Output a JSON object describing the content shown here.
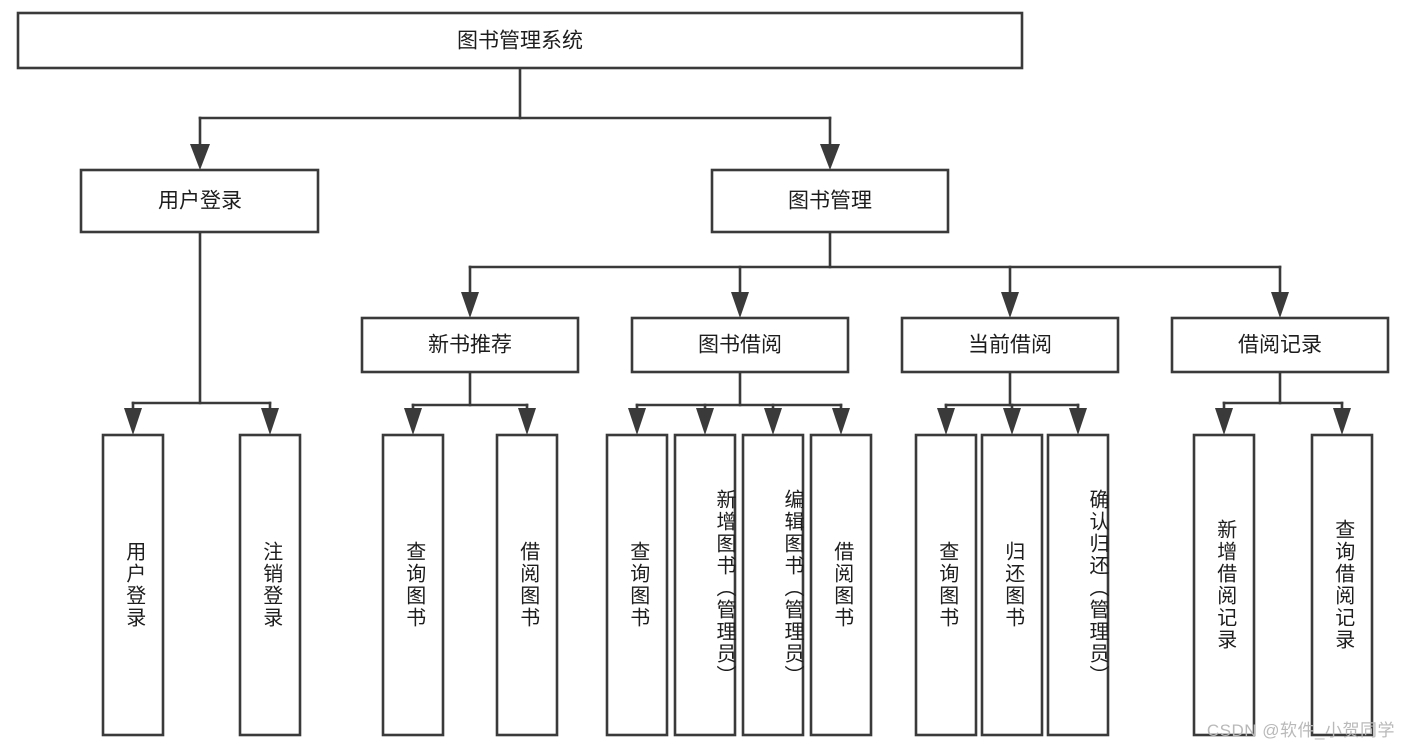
{
  "diagram": {
    "type": "tree-hierarchy",
    "title": "图书管理系统功能结构图",
    "root": {
      "id": "root",
      "label": "图书管理系统",
      "orientation": "horizontal"
    },
    "level2": [
      {
        "id": "user-login",
        "label": "用户登录",
        "orientation": "horizontal"
      },
      {
        "id": "book-manage",
        "label": "图书管理",
        "orientation": "horizontal"
      }
    ],
    "level3": [
      {
        "id": "new-book-recommend",
        "label": "新书推荐",
        "parent": "book-manage",
        "orientation": "horizontal"
      },
      {
        "id": "book-borrow",
        "label": "图书借阅",
        "parent": "book-manage",
        "orientation": "horizontal"
      },
      {
        "id": "current-borrow",
        "label": "当前借阅",
        "parent": "book-manage",
        "orientation": "horizontal"
      },
      {
        "id": "borrow-record",
        "label": "借阅记录",
        "parent": "book-manage",
        "orientation": "horizontal"
      }
    ],
    "leaves": [
      {
        "id": "leaf-user-login",
        "label": "用户登录",
        "parent": "user-login",
        "orientation": "vertical"
      },
      {
        "id": "leaf-logout-login",
        "label": "注销登录",
        "parent": "user-login",
        "orientation": "vertical"
      },
      {
        "id": "leaf-query-book-1",
        "label": "查询图书",
        "parent": "new-book-recommend",
        "orientation": "vertical"
      },
      {
        "id": "leaf-borrow-book-1",
        "label": "借阅图书",
        "parent": "new-book-recommend",
        "orientation": "vertical"
      },
      {
        "id": "leaf-query-book-2",
        "label": "查询图书",
        "parent": "book-borrow",
        "orientation": "vertical"
      },
      {
        "id": "leaf-add-book",
        "label": "新增图书（管理员）",
        "parent": "book-borrow",
        "orientation": "vertical"
      },
      {
        "id": "leaf-edit-book",
        "label": "编辑图书（管理员）",
        "parent": "book-borrow",
        "orientation": "vertical"
      },
      {
        "id": "leaf-borrow-book-2",
        "label": "借阅图书",
        "parent": "book-borrow",
        "orientation": "vertical"
      },
      {
        "id": "leaf-query-book-3",
        "label": "查询图书",
        "parent": "current-borrow",
        "orientation": "vertical"
      },
      {
        "id": "leaf-return-book",
        "label": "归还图书",
        "parent": "current-borrow",
        "orientation": "vertical"
      },
      {
        "id": "leaf-confirm-return",
        "label": "确认归还（管理员）",
        "parent": "current-borrow",
        "orientation": "vertical"
      },
      {
        "id": "leaf-add-record",
        "label": "新增借阅记录",
        "parent": "borrow-record",
        "orientation": "vertical"
      },
      {
        "id": "leaf-query-record",
        "label": "查询借阅记录",
        "parent": "borrow-record",
        "orientation": "vertical"
      }
    ]
  },
  "watermark": {
    "text": "CSDN @软件_小贺同学"
  },
  "colors": {
    "stroke": "#3a3a3a",
    "box_fill": "#ffffff",
    "text": "#1d1d1d",
    "background": "#ffffff",
    "watermark": "#b9b9b9"
  }
}
